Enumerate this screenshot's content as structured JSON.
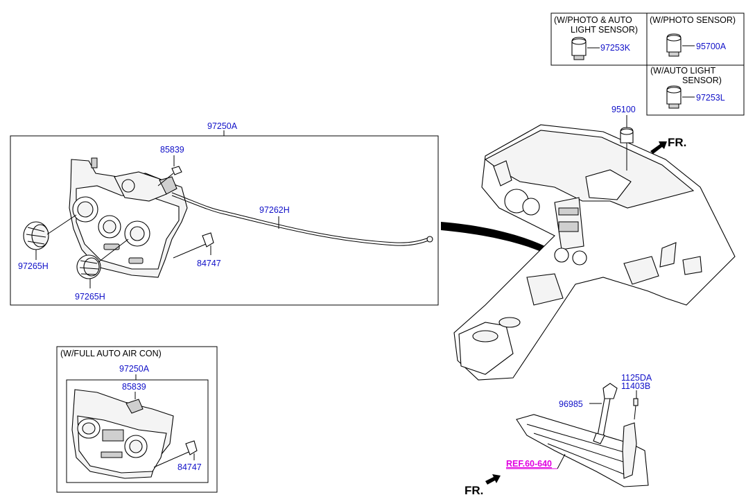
{
  "parts": {
    "p97250A_main": "97250A",
    "p85839_main": "85839",
    "p97262H": "97262H",
    "p84747_main": "84747",
    "p97265H_a": "97265H",
    "p97265H_b": "97265H",
    "p95100": "95100",
    "p97253K": "97253K",
    "p95700A": "95700A",
    "p97253L": "97253L",
    "p1125DA": "1125DA",
    "p11403B": "11403B",
    "p96985": "96985",
    "p97250A_full": "97250A",
    "p85839_full": "85839",
    "p84747_full": "84747"
  },
  "notes": {
    "photo_auto_1": "(W/PHOTO & AUTO",
    "photo_auto_2": "LIGHT SENSOR)",
    "photo_sensor": "(W/PHOTO SENSOR)",
    "auto_light_1": "(W/AUTO  LIGHT",
    "auto_light_2": "SENSOR)",
    "full_auto": "(W/FULL AUTO AIR CON)"
  },
  "direction": {
    "fr_top": "FR.",
    "fr_bottom": "FR."
  },
  "reference": {
    "ref": "REF.60-640"
  },
  "colors": {
    "part_number": "#1010c8",
    "reference_link": "#e000e0"
  }
}
